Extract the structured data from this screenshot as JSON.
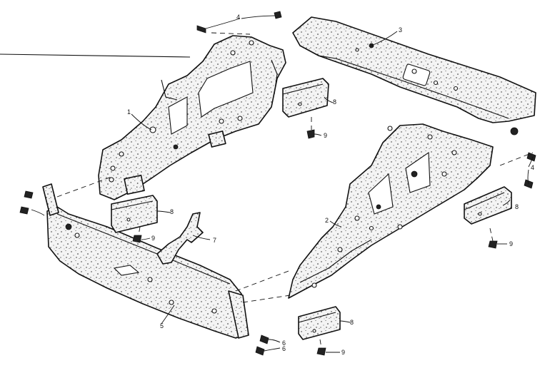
{
  "callouts": {
    "c1": "1",
    "c2": "2",
    "c3": "3",
    "c4a": "4",
    "c4b": "4",
    "c5": "5",
    "c6a": "6",
    "c6b": "6",
    "c7": "7",
    "c8a": "8",
    "c8b": "8",
    "c8c": "8",
    "c8d": "8",
    "c9a": "9",
    "c9b": "9",
    "c9c": "9",
    "c9d": "9"
  }
}
